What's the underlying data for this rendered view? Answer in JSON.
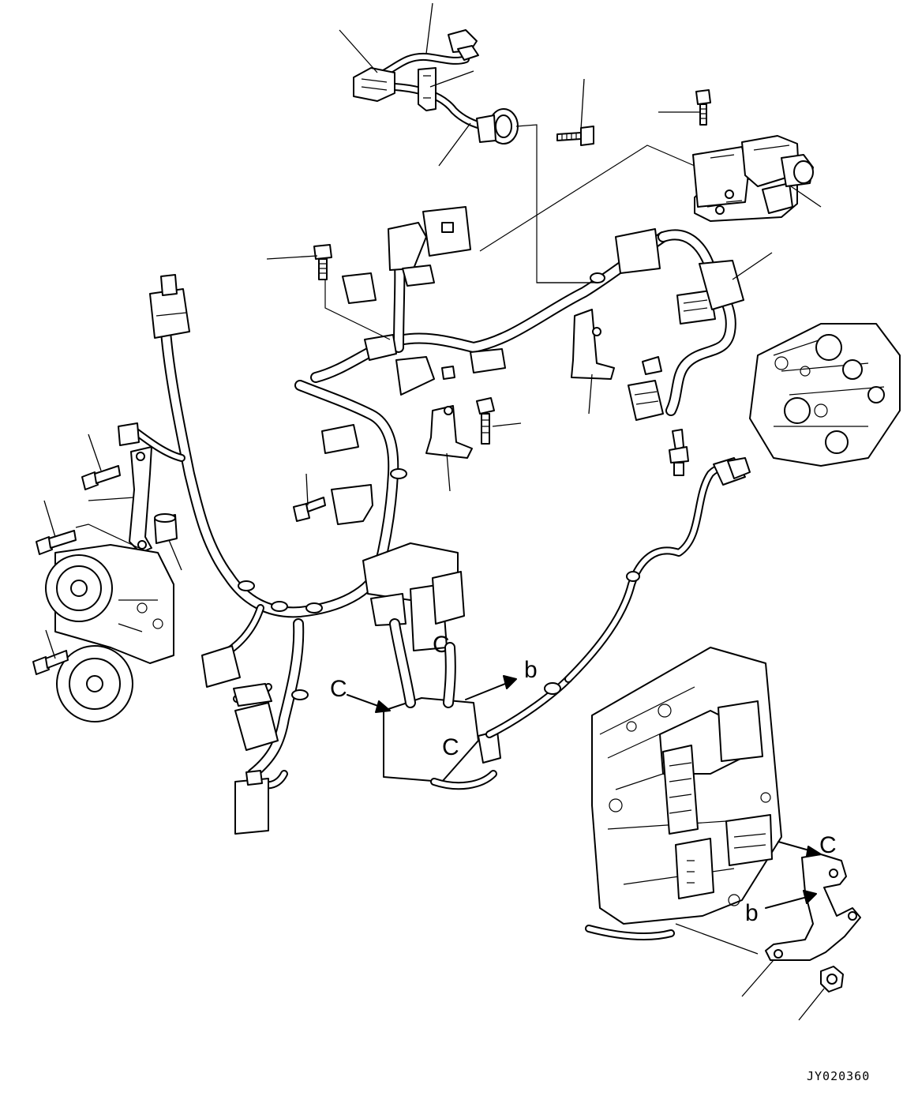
{
  "diagram": {
    "drawing_code": "JY020360",
    "view_markers": {
      "c_arrow_main": "C",
      "c_arrow_bracket": "C",
      "b_arrow_main": "b",
      "b_arrow_bracket": "b",
      "c_on_connector_upper": "C",
      "c_on_connector_lower": "C"
    },
    "colors": {
      "line": "#000000",
      "background": "#ffffff"
    },
    "icons": [
      "bolt-icon",
      "nut-icon",
      "connector-icon",
      "bracket-icon",
      "clamp-icon",
      "pulley-icon",
      "pump-icon",
      "transmission-icon"
    ]
  }
}
